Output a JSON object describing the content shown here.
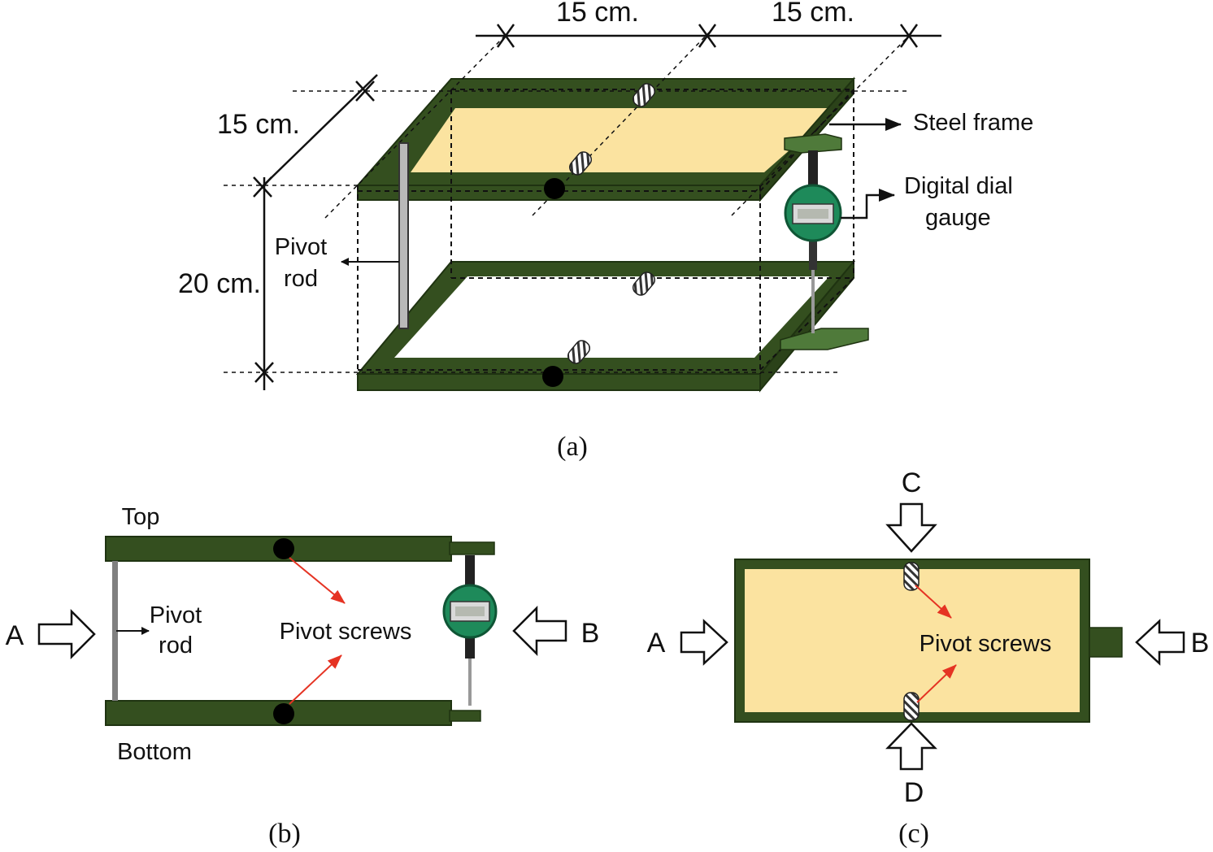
{
  "colors": {
    "frame_green": "#344f1f",
    "frame_edge": "#1f3311",
    "plate_tan": "#fbe3a0",
    "gauge_green": "#1e8a5a",
    "red_arrow": "#e53323"
  },
  "panel_a": {
    "dim_top_left": "15 cm.",
    "dim_top_right": "15 cm.",
    "dim_depth": "15 cm.",
    "dim_height": "20 cm.",
    "label_steel_frame": "Steel frame",
    "label_gauge_line1": "Digital dial",
    "label_gauge_line2": "gauge",
    "label_pivot_line1": "Pivot",
    "label_pivot_line2": "rod",
    "caption": "(a)"
  },
  "panel_b": {
    "label_top": "Top",
    "label_bottom": "Bottom",
    "label_pivot_line1": "Pivot",
    "label_pivot_line2": "rod",
    "label_pivot_screws": "Pivot screws",
    "label_a": "A",
    "label_b": "B",
    "caption": "(b)"
  },
  "panel_c": {
    "label_c": "C",
    "label_d": "D",
    "label_a": "A",
    "label_b": "B",
    "label_pivot_screws": "Pivot screws",
    "caption": "(c)"
  },
  "icons": [
    "pivot-screw-icon",
    "digital-dial-gauge-icon",
    "direction-arrow-icon"
  ]
}
